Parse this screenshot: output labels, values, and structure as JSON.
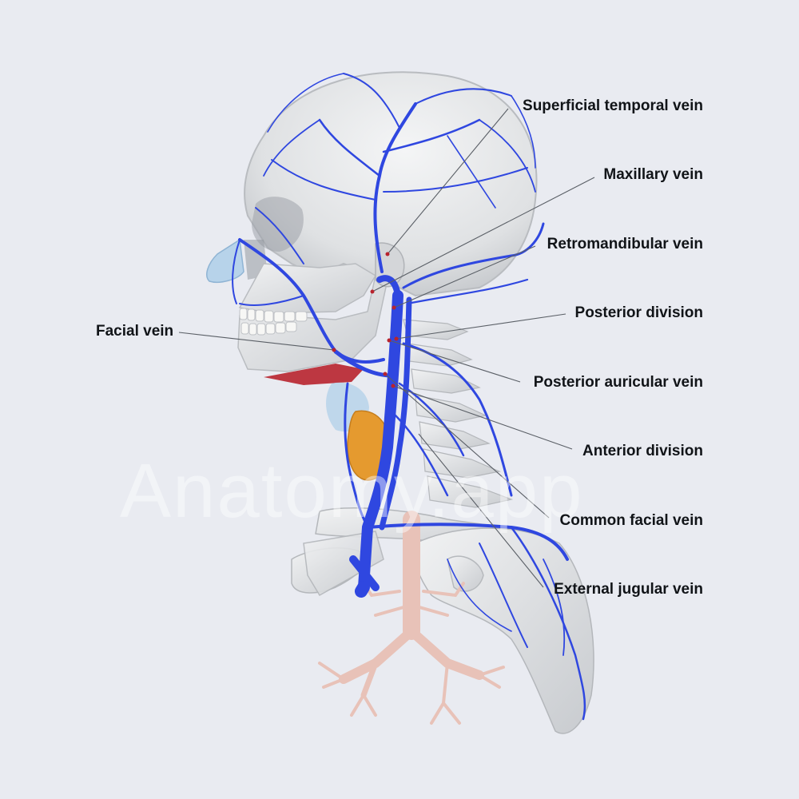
{
  "colors": {
    "background": "#e9ebf1",
    "bone": "#e6e7e8",
    "bone_shadow": "#c9cbcf",
    "vein": "#2f47e0",
    "vein_dark": "#1f31c4",
    "thyroid": "#e59a2f",
    "bronchi": "#e8c2b8",
    "muscle": "#b8232d",
    "cartilage": "#b7d3ea",
    "leader_line": "#5a5f66"
  },
  "watermark": {
    "text": "Anatomy.app"
  },
  "labels": {
    "superficial_temporal_vein": "Superficial temporal vein",
    "maxillary_vein": "Maxillary vein",
    "retromandibular_vein": "Retromandibular vein",
    "posterior_division": "Posterior division",
    "posterior_auricular_vein": "Posterior auricular vein",
    "anterior_division": "Anterior division",
    "common_facial_vein": "Common facial vein",
    "external_jugular_vein": "External jugular vein",
    "facial_vein": "Facial vein"
  }
}
